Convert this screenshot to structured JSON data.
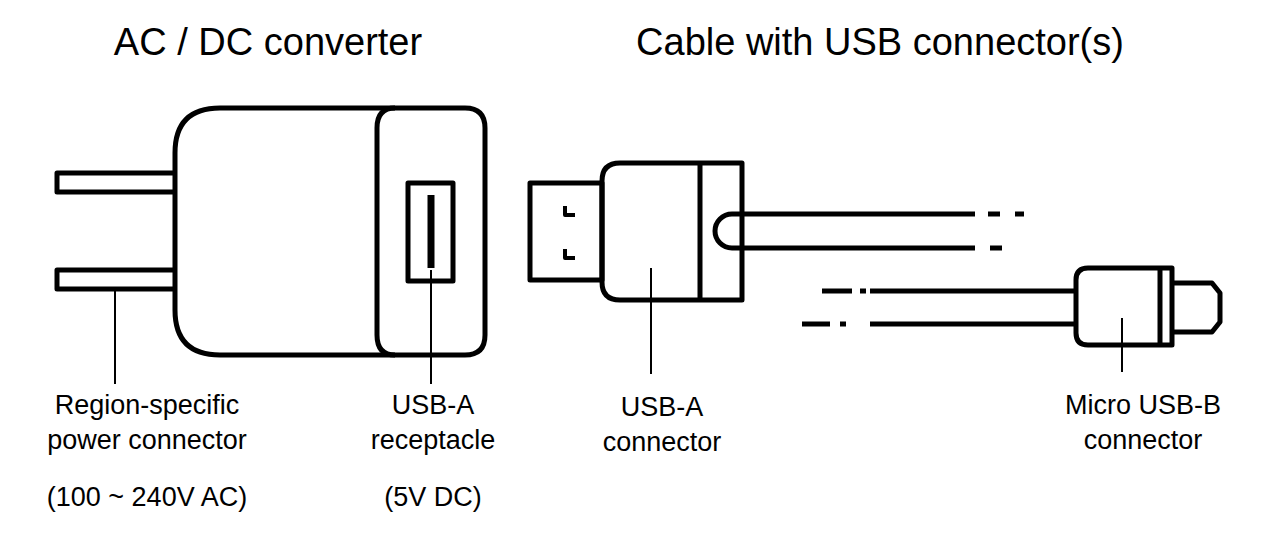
{
  "diagram": {
    "labels": [
      "AC / DC converter",
      "Cable with USB connector(s)",
      "Region-specific power connector",
      "(100 ~ 240V AC)",
      "USB-A receptacle",
      "(5V DC)",
      "USB-A connector",
      "Micro USB-B connector"
    ]
  }
}
